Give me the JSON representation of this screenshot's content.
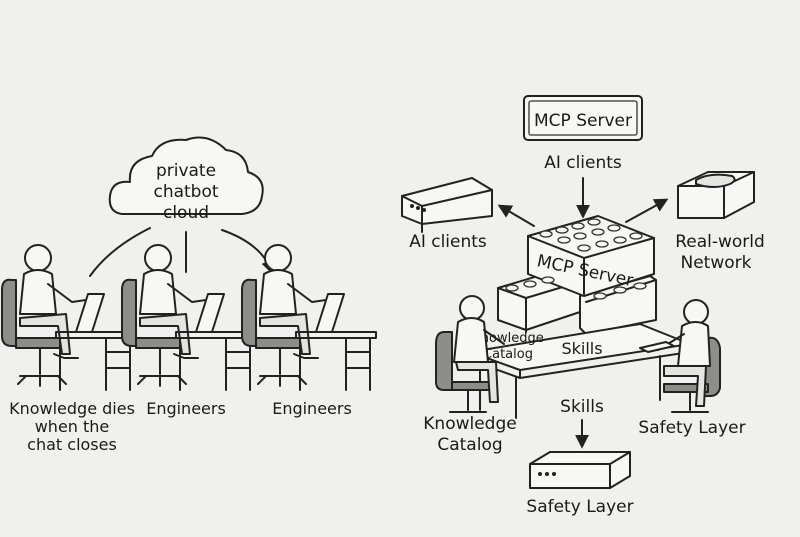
{
  "left": {
    "cloud_lines": [
      "private",
      "chatbot",
      "cloud"
    ],
    "labels": {
      "knowledge_dies": [
        "Knowledge dies",
        "when the",
        "chat closes"
      ],
      "engineers_1": "Engineers",
      "engineers_2": "Engineers"
    }
  },
  "right": {
    "mcp_server_box": "MCP Server",
    "ai_clients_top": "AI clients",
    "ai_clients_left": "AI clients",
    "real_world": [
      "Real-world",
      "Network"
    ],
    "blocks_label": "MCP Server",
    "knowledge_catalog_on_block": [
      "Knowledge",
      "Catalog"
    ],
    "skills_on_table": "Skills",
    "knowledge_catalog_bottom": [
      "Knowledge",
      "Catalog"
    ],
    "skills_below": "Skills",
    "safety_layer_right": "Safety Layer",
    "safety_layer_bottom": "Safety Layer"
  }
}
